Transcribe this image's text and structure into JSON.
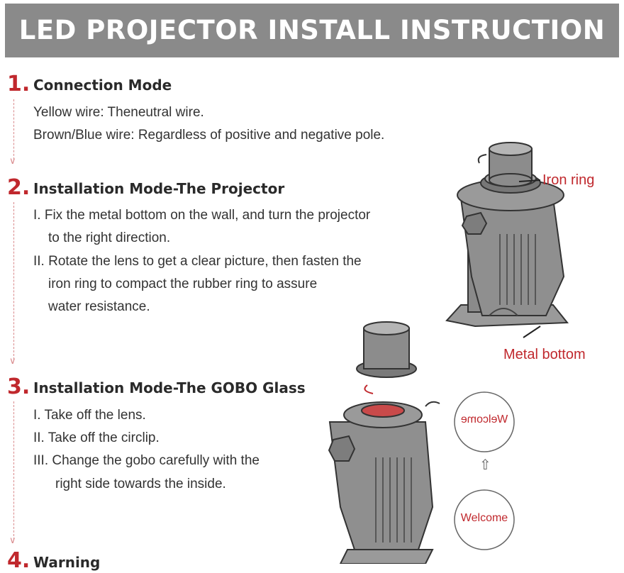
{
  "title": "LED PROJECTOR INSTALL INSTRUCTION",
  "sections": [
    {
      "number": "1.",
      "heading": "Connection Mode",
      "lines": [
        "Yellow wire: Theneutral wire.",
        "Brown/Blue wire: Regardless of positive and negative pole."
      ]
    },
    {
      "number": "2.",
      "heading": "Installation Mode-The Projector",
      "lines": [
        "I.  Fix the metal bottom on the wall, and turn the projector",
        "to the right direction.",
        "II. Rotate the lens to get a clear picture, then fasten the",
        "iron ring to compact the rubber ring to assure",
        "water resistance."
      ]
    },
    {
      "number": "3.",
      "heading": "Installation Mode-The GOBO Glass",
      "lines": [
        "I.  Take off the lens.",
        "II.  Take off the circlip.",
        "III. Change the gobo carefully with the",
        "right side towards the inside."
      ]
    },
    {
      "number": "4.",
      "heading": "Warning",
      "lines": []
    }
  ],
  "callouts": {
    "iron_ring": "Iron ring",
    "metal_bottom": "Metal bottom"
  },
  "gobo": {
    "mirrored_label": "Welcome",
    "correct_label": "Welcome"
  },
  "colors": {
    "accent_red": "#c0282d",
    "banner_gray": "#8a8a8a",
    "device_gray": "#8f8f8f"
  }
}
